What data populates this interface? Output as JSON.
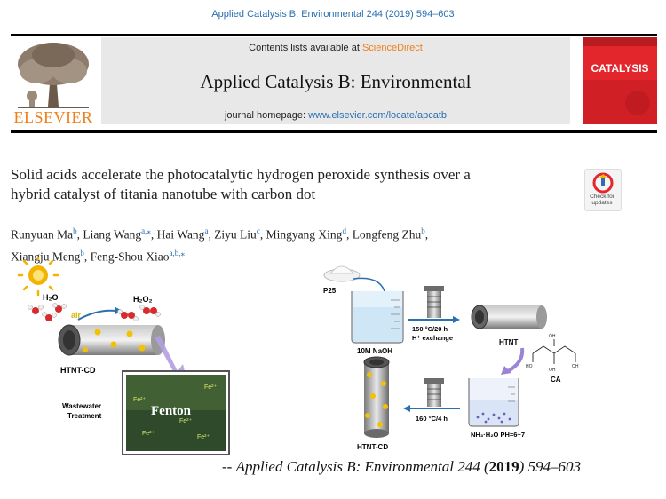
{
  "header": {
    "citation": "Applied Catalysis B: Environmental 244 (2019) 594–603",
    "contents_prefix": "Contents lists available at ",
    "contents_link": "ScienceDirect",
    "journal_name": "Applied Catalysis B: Environmental",
    "homepage_prefix": "journal homepage: ",
    "homepage_url": "www.elsevier.com/locate/apcatb",
    "publisher": "ELSEVIER",
    "cover_title": "CATALYSIS"
  },
  "article": {
    "title_line1": "Solid acids accelerate the photocatalytic hydrogen peroxide synthesis over a",
    "title_line2": "hybrid catalyst of titania nanotube with carbon dot",
    "badge_line1": "Check for",
    "badge_line2": "updates",
    "authors": [
      {
        "name": "Runyuan Ma",
        "aff": "b",
        "sep": ", "
      },
      {
        "name": "Liang Wang",
        "aff": "a,⁎",
        "sep": ", "
      },
      {
        "name": "Hai Wang",
        "aff": "a",
        "sep": ", "
      },
      {
        "name": "Ziyu Liu",
        "aff": "c",
        "sep": ", "
      },
      {
        "name": "Mingyang Xing",
        "aff": "d",
        "sep": ", "
      },
      {
        "name": "Longfeng Zhu",
        "aff": "b",
        "sep": ","
      },
      {
        "name": "Xiangju Meng",
        "aff": "b",
        "sep": ", "
      },
      {
        "name": "Feng-Shou Xiao",
        "aff": "a,b,⁎",
        "sep": ""
      }
    ]
  },
  "left_graphic": {
    "h2o": "H₂O",
    "air": "air",
    "h2o2": "H₂O₂",
    "tube_label": "HTNT-CD",
    "wastewater": "Wastewater",
    "treatment": "Treatment",
    "fenton": "Fenton",
    "fe_labels": [
      "Fe²⁺",
      "Fe²⁺",
      "Fe²⁺",
      "Fe²⁺",
      "Fe²⁺"
    ]
  },
  "right_graphic": {
    "p25": "P25",
    "naoh": "10M NaOH",
    "step1_line1": "150 °C/20 h",
    "step1_line2": "H⁺ exchange",
    "htnt": "HTNT",
    "ca": "CA",
    "nh3": "NH₃·H₂O PH=6~7",
    "step2": "160 °C/4 h",
    "htntcd": "HTNT-CD"
  },
  "footer_citation": {
    "prefix": "-- ",
    "journal": "Applied Catalysis B: Environmental 244 (",
    "year": "2019",
    "suffix": ") 594–603"
  },
  "colors": {
    "link_blue": "#2a6fb0",
    "elsevier_orange": "#f07e18",
    "cover_red": "#e2262b",
    "sun_yellow": "#f2b400"
  }
}
